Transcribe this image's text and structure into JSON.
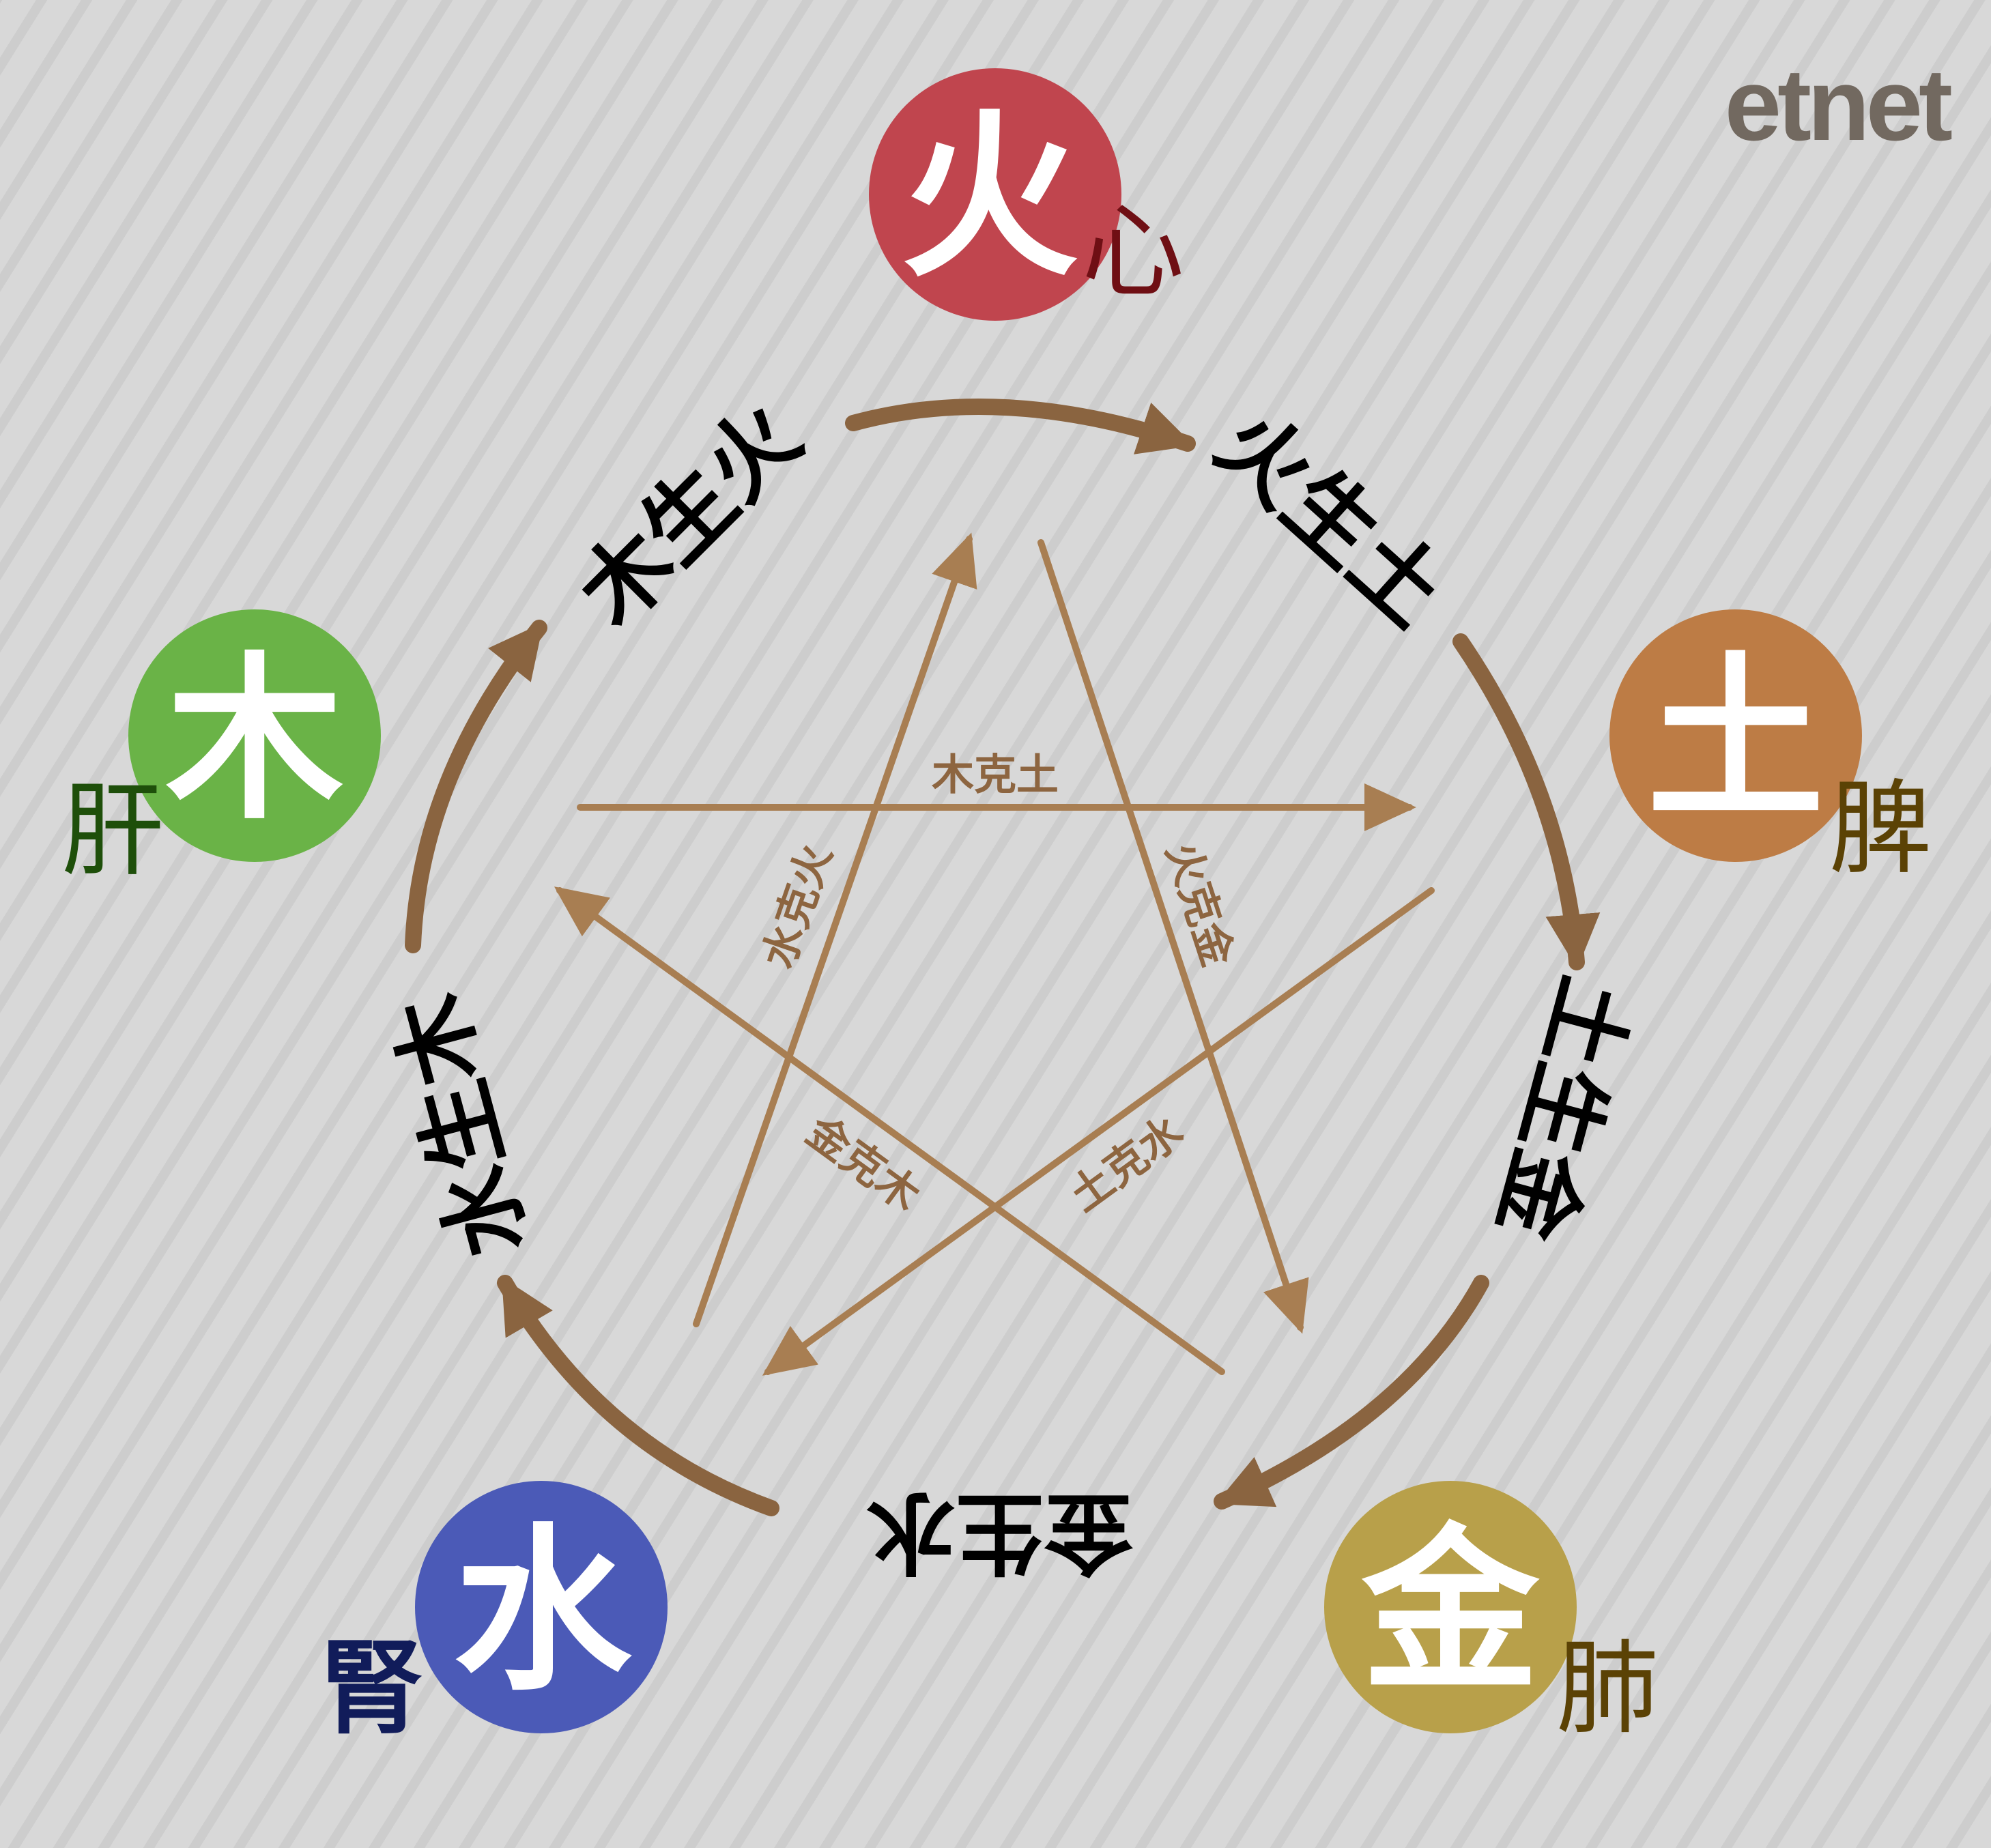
{
  "logo": {
    "text": "etnet",
    "color": "#726960"
  },
  "elements": [
    {
      "id": "fire",
      "name": "火",
      "organ": "心",
      "color": "#c0454e",
      "organ_color": "#6f0f14"
    },
    {
      "id": "earth",
      "name": "土",
      "organ": "脾",
      "color": "#bd7c45",
      "organ_color": "#5b4205"
    },
    {
      "id": "metal",
      "name": "金",
      "organ": "肺",
      "color": "#b8a04a",
      "organ_color": "#5b4205"
    },
    {
      "id": "water",
      "name": "水",
      "organ": "腎",
      "color": "#4b5ab7",
      "organ_color": "#111c5a"
    },
    {
      "id": "wood",
      "name": "木",
      "organ": "肝",
      "color": "#6ab347",
      "organ_color": "#1e4f0a"
    }
  ],
  "generating": {
    "arrow_color": "#8a6440",
    "labels": [
      "木生火",
      "火生土",
      "土生金",
      "金生水",
      "水生木"
    ]
  },
  "controlling": {
    "arrow_color": "#a87e52",
    "text_color": "#8d6540",
    "labels": [
      "木克土",
      "火克金",
      "土克水",
      "金克木",
      "水克火"
    ]
  }
}
